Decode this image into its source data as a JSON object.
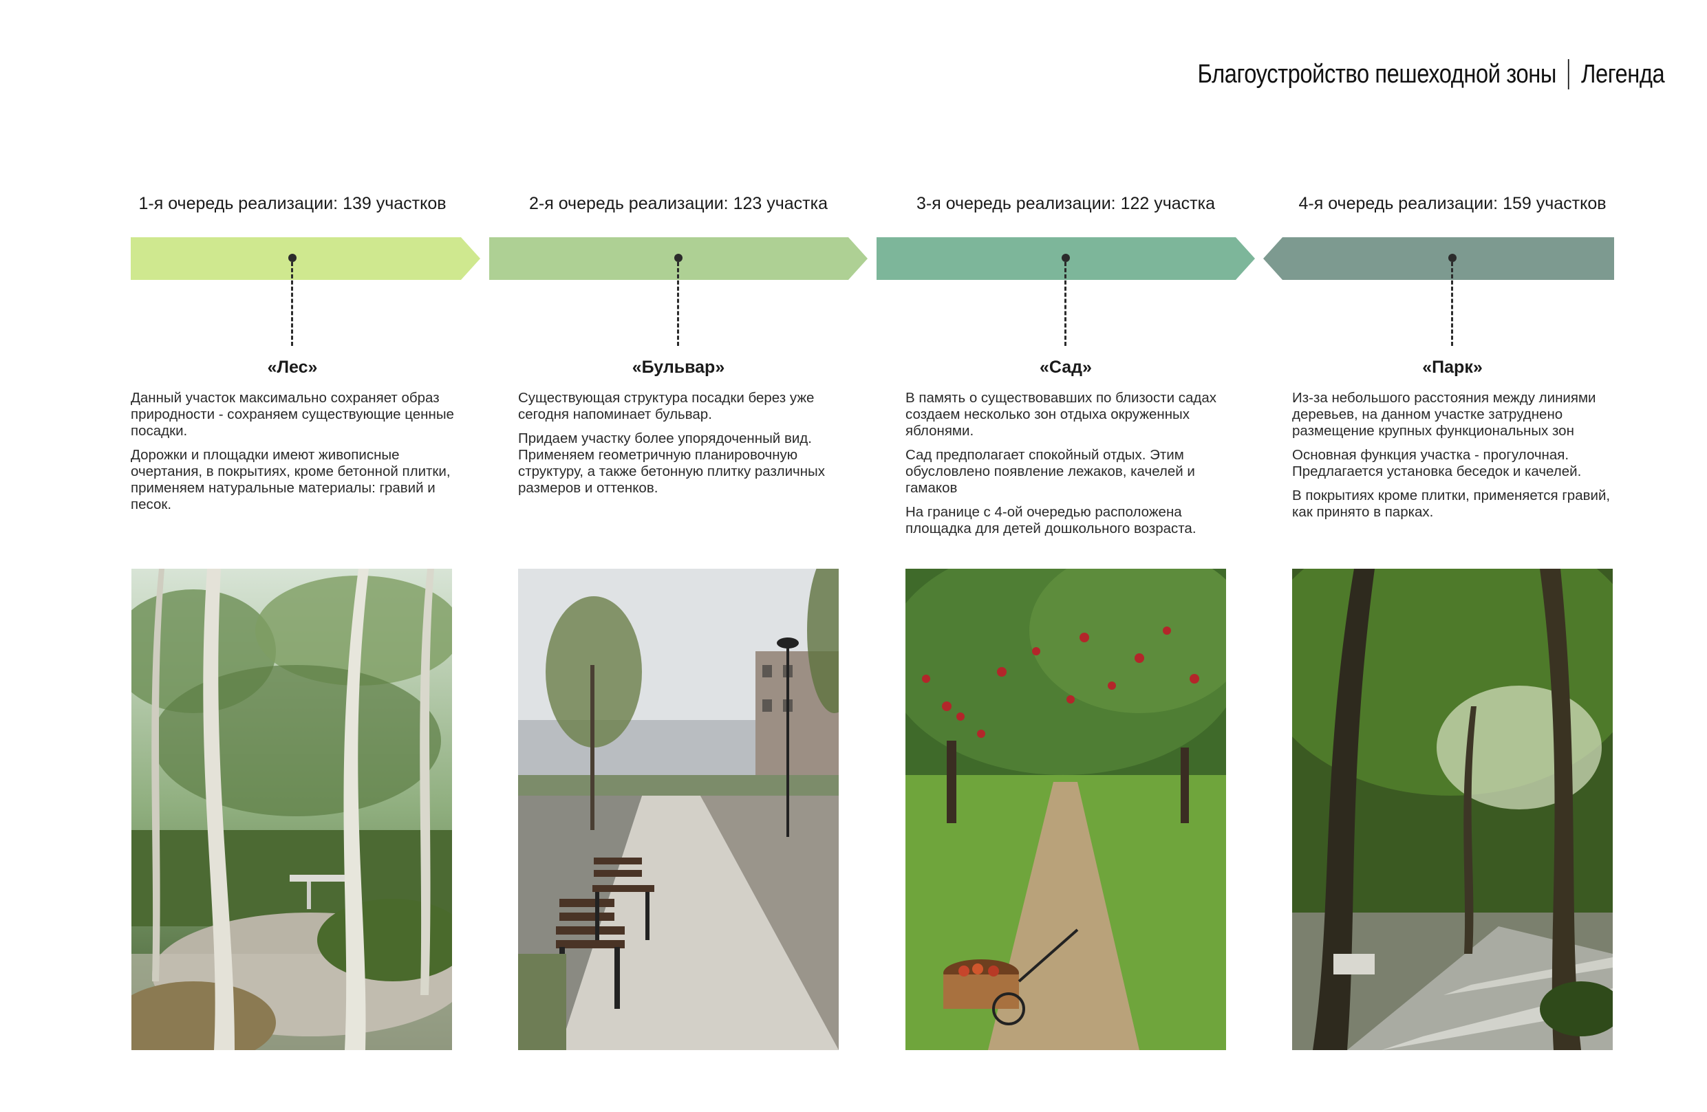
{
  "header": {
    "title": "Благоустройство пешеходной зоны",
    "subtitle": "Легенда"
  },
  "colors": {
    "phase1": "#cfe88f",
    "phase2": "#aed094",
    "phase3": "#7db69a",
    "phase4": "#7d9a90"
  },
  "phases": [
    {
      "label": "1-я очередь реализации: 139 участков",
      "zone": "«Лес»",
      "paragraphs": [
        "Данный участок максимально сохраняет образ природности - сохраняем существующие ценные посадки.",
        "Дорожки и площадки имеют живописные очертания, в покрытиях, кроме бетонной плитки, применяем натуральные материалы: гравий и песок."
      ]
    },
    {
      "label": "2-я очередь реализации: 123 участка",
      "zone": "«Бульвар»",
      "paragraphs": [
        "Существующая структура посадки берез уже сегодня напоминает бульвар.",
        "Придаем участку более упорядоченный вид. Применяем геометричную планировочную структуру, а также бетонную плитку различных размеров и оттенков."
      ]
    },
    {
      "label": "3-я очередь реализации: 122 участка",
      "zone": "«Сад»",
      "paragraphs": [
        "В память о существовавших по близости садах создаем несколько зон отдыха окруженных яблонями.",
        "Сад предполагает спокойный отдых. Этим обусловлено появление лежаков, качелей и гамаков",
        "На границе с 4-ой очередью расположена площадка для детей дошкольного возраста."
      ]
    },
    {
      "label": "4-я очередь реализации: 159 участков",
      "zone": "«Парк»",
      "paragraphs": [
        "Из-за небольшого расстояния между линиями деревьев, на данном участке затруднено размещение крупных функциональных зон",
        "Основная функция участка - прогулочная. Предлагается установка беседок и качелей.",
        "В покрытиях кроме плитки, применяется гравий, как принято в парках."
      ]
    }
  ]
}
